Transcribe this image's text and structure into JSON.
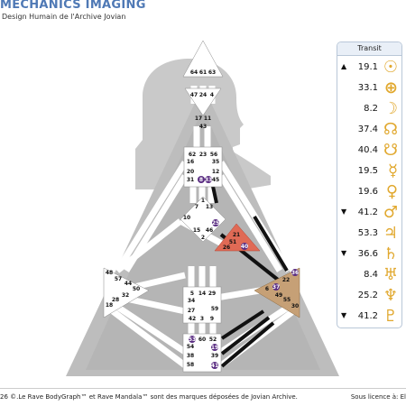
{
  "header": {
    "title": "MECHANICS IMAGING",
    "subtitle": "Design Humain de l'Archive Jovian"
  },
  "chart": {
    "head_gates": [
      "64",
      "61",
      "63"
    ],
    "ajna_gates": [
      "47",
      "24",
      "4"
    ],
    "throat_gates": [
      "17",
      "11",
      "43",
      "62",
      "23",
      "56",
      "16",
      "35",
      "20",
      "31",
      "8",
      "33",
      "12",
      "45"
    ],
    "g_gates": [
      "7",
      "1",
      "13",
      "10",
      "15",
      "46",
      "25",
      "2"
    ],
    "ego_gates": [
      "21",
      "51",
      "26",
      "40"
    ],
    "spleen_gates": [
      "48",
      "57",
      "44",
      "50",
      "32",
      "28",
      "18"
    ],
    "sacral_gates": [
      "5",
      "14",
      "29",
      "34",
      "27",
      "59",
      "42",
      "3",
      "9"
    ],
    "solar_gates": [
      "36",
      "22",
      "6",
      "37",
      "49",
      "55",
      "30"
    ],
    "root_gates": [
      "53",
      "60",
      "52",
      "54",
      "19",
      "38",
      "39",
      "58",
      "41"
    ]
  },
  "transit": {
    "title": "Transit",
    "rows": [
      {
        "dir": "▲",
        "value": "19.1",
        "glyph": "☉",
        "planet": "sun-icon"
      },
      {
        "dir": "",
        "value": "33.1",
        "glyph": "⊕",
        "planet": "earth-icon"
      },
      {
        "dir": "",
        "value": "8.2",
        "glyph": "☽",
        "planet": "moon-icon"
      },
      {
        "dir": "",
        "value": "37.4",
        "glyph": "☊",
        "planet": "north-node-icon"
      },
      {
        "dir": "",
        "value": "40.4",
        "glyph": "☋",
        "planet": "south-node-icon"
      },
      {
        "dir": "",
        "value": "19.5",
        "glyph": "☿",
        "planet": "mercury-icon"
      },
      {
        "dir": "",
        "value": "19.6",
        "glyph": "♀",
        "planet": "venus-icon"
      },
      {
        "dir": "▼",
        "value": "41.2",
        "glyph": "♂",
        "planet": "mars-icon"
      },
      {
        "dir": "",
        "value": "53.3",
        "glyph": "♃",
        "planet": "jupiter-icon"
      },
      {
        "dir": "▼",
        "value": "36.6",
        "glyph": "♄",
        "planet": "saturn-icon"
      },
      {
        "dir": "",
        "value": "8.4",
        "glyph": "♅",
        "planet": "uranus-icon"
      },
      {
        "dir": "",
        "value": "25.2",
        "glyph": "♆",
        "planet": "neptune-icon"
      },
      {
        "dir": "▼",
        "value": "41.2",
        "glyph": "♇",
        "planet": "pluto-icon"
      }
    ]
  },
  "footer": {
    "copyright": "26 ©.Le Rave BodyGraph™ et Rave Mandala™ sont des marques déposées de Jovian Archive.",
    "license": "Sous licence à: El"
  },
  "colors": {
    "brand": "#4f79b5",
    "ego": "#e06a55",
    "solar": "#c6a076",
    "highlight": "#5a2d82",
    "glyph": "#e1a82e"
  }
}
